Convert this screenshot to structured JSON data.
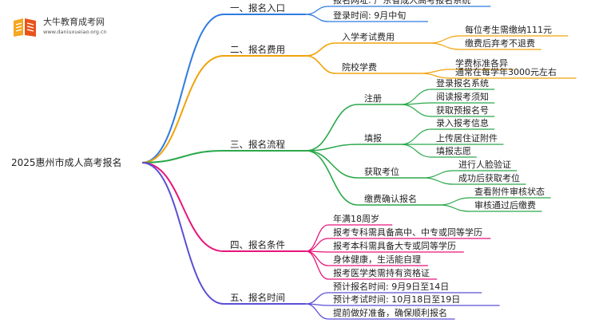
{
  "logo": {
    "title": "大牛教育成考网",
    "url": "www.daniuxueiao.org.cn"
  },
  "root": "2025惠州市成人高考报名",
  "colors": {
    "blue": "#2f7be0",
    "orange": "#f0a30a",
    "green": "#2aa84a",
    "magenta": "#e8157a",
    "purple": "#5b4fd6"
  },
  "branches": [
    {
      "label": "一、报名入口",
      "color": "blue",
      "children": [
        {
          "label": "报名网址: 广东省成人高考报名系统"
        },
        {
          "label": "登录时间: 9月中旬"
        }
      ]
    },
    {
      "label": "二、报名费用",
      "color": "orange",
      "children": [
        {
          "label": "入学考试费用",
          "children": [
            "每位考生需缴纳111元",
            "缴费后弃考不退费"
          ]
        },
        {
          "label": "院校学费",
          "children": [
            "学费标准各异",
            "通常在每学年3000元左右"
          ]
        }
      ]
    },
    {
      "label": "三、报名流程",
      "color": "green",
      "children": [
        {
          "label": "注册",
          "children": [
            "登录报名系统",
            "阅读报考须知",
            "获取预报名号"
          ]
        },
        {
          "label": "填报",
          "children": [
            "录入报考信息",
            "上传居住证附件",
            "填报志愿"
          ]
        },
        {
          "label": "获取考位",
          "children": [
            "进行人脸验证",
            "成功后获取考位"
          ]
        },
        {
          "label": "缴费确认报名",
          "children": [
            "查看附件审核状态",
            "审核通过后缴费"
          ]
        }
      ]
    },
    {
      "label": "四、报名条件",
      "color": "magenta",
      "children": [
        {
          "label": "年满18周岁"
        },
        {
          "label": "报考专科需具备高中、中专或同等学历"
        },
        {
          "label": "报考本科需具备大专或同等学历"
        },
        {
          "label": "身体健康，生活能自理"
        },
        {
          "label": "报考医学类需持有资格证"
        }
      ]
    },
    {
      "label": "五、报名时间",
      "color": "purple",
      "children": [
        {
          "label": "预计报名时间: 9月9日至14日"
        },
        {
          "label": "预计考试时间: 10月18日至19日"
        },
        {
          "label": "提前做好准备，确保顺利报名"
        }
      ]
    }
  ]
}
